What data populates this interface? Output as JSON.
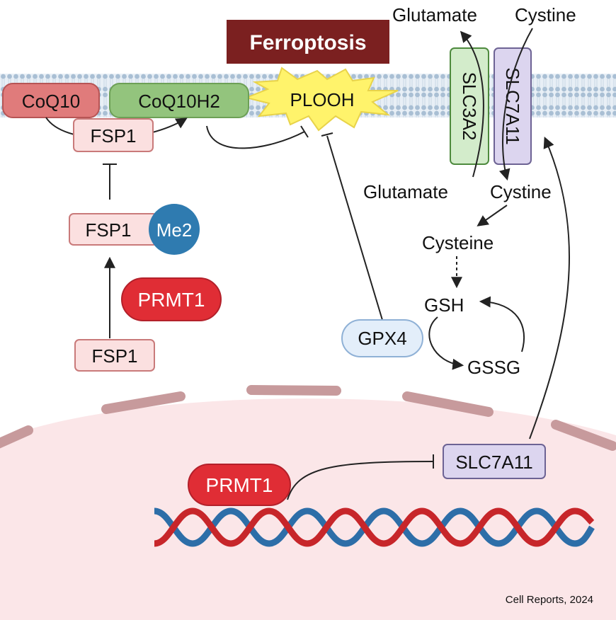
{
  "title": "Ferroptosis",
  "membrane": {
    "coq10": "CoQ10",
    "coq10h2": "CoQ10H2",
    "plooh": "PLOOH",
    "fsp1": "FSP1"
  },
  "transporter": {
    "slc3a2": "SLC3A2",
    "slc7a11": "SLC7A11",
    "out_glutamate": "Glutamate",
    "out_cystine": "Cystine",
    "in_glutamate": "Glutamate",
    "in_cystine": "Cystine"
  },
  "pathway": {
    "cysteine": "Cysteine",
    "gsh": "GSH",
    "gssg": "GSSG",
    "gpx4": "GPX4"
  },
  "fsp1_axis": {
    "fsp1_me2": "FSP1",
    "me2": "Me2",
    "prmt1": "PRMT1",
    "fsp1_base": "FSP1"
  },
  "nucleus": {
    "prmt1": "PRMT1",
    "slc7a11": "SLC7A11"
  },
  "citation": "Cell Reports, 2024",
  "colors": {
    "ferroptosis_box": "#7b2020",
    "coq10_fill": "#e07b7b",
    "coq10h2_fill": "#93c47d",
    "plooh_burst": "#fff36b",
    "fsp1_fill": "#fbe0e0",
    "me2_fill": "#2f7bb0",
    "prmt1_fill": "#e02d35",
    "slc3a2_fill": "#d3eccb",
    "slc7a11_fill": "#dcd5ef",
    "gpx4_fill": "#e3eefa",
    "nucleus_fill": "#fbe6e8",
    "envelope": "#c79a9c",
    "dna_red": "#c7262a",
    "dna_blue": "#2d6ea8"
  }
}
